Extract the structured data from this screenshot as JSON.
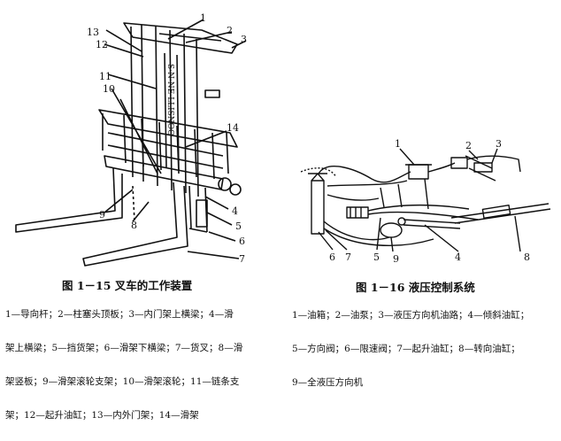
{
  "figure_left": {
    "title": "图 1－15  叉车的工作装置",
    "callouts": [
      "1",
      "2",
      "3",
      "4",
      "5",
      "6",
      "7",
      "8",
      "9",
      "10",
      "11",
      "12",
      "13",
      "13",
      "14"
    ],
    "legend_lines": [
      "1—导向杆；2—柱塞头顶板；3—内门架上横梁；4—滑",
      "架上横梁；5—挡货架；6—滑架下横梁；7—货叉；8—滑",
      "架竖板；9—滑架滚轮支架；10—滑架滚轮；11—链条支",
      "架；12—起升油缸；13—内外门架；14—滑架"
    ]
  },
  "figure_right": {
    "title": "图 1－16  液压控制系统",
    "callouts": [
      "1",
      "2",
      "3",
      "4",
      "5",
      "6",
      "7",
      "8",
      "9"
    ],
    "legend_lines": [
      "1—油箱；2—油泵；3—液压方向机油路；4—倾斜油缸；",
      "5—方向阀；6—限速阀；7—起升油缸；8—转向油缸；",
      "9—全液压方向机"
    ]
  }
}
